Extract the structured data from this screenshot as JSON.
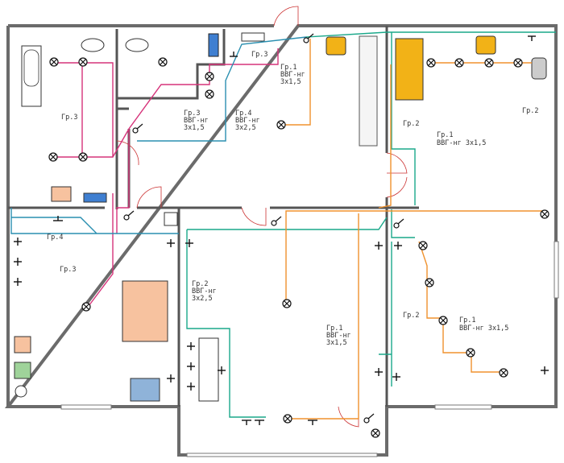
{
  "labels": {
    "gr3_bath": "Гр.3",
    "gr3_top": "Гр.3",
    "gr1_top_a": "Гр.1",
    "gr1_top_b": "ВВГ-нг",
    "gr1_top_c": "3х1,5",
    "gr3_mid_a": "Гр.3",
    "gr3_mid_b": "ВВГ-нг",
    "gr3_mid_c": "3х1,5",
    "gr4_mid_a": "Гр.4",
    "gr4_mid_b": "ВВГ-нг",
    "gr4_mid_c": "3х2,5",
    "gr2_center": "Гр.2",
    "gr1_right_a": "Гр.1",
    "gr1_right_b": "ВВГ-нг 3х1,5",
    "gr2_right": "Гр.2",
    "gr4_left": "Гр.4",
    "gr3_left": "Гр.3",
    "gr2_room_a": "Гр.2",
    "gr2_room_b": "ВВГ-нг",
    "gr2_room_c": "3х2,5",
    "gr1_low_a": "Гр.1",
    "gr1_low_b": "ВВГ-нг",
    "gr1_low_c": "3х1,5",
    "gr2_low": "Гр.2",
    "gr1_lowright_a": "Гр.1",
    "gr1_lowright_b": "ВВГ-нг 3х1,5"
  },
  "colors": {
    "group1": "#f0922e",
    "group2": "#1aa88a",
    "group3": "#d6337a",
    "group4": "#2a8fb0",
    "wall": "#555555",
    "bed": "#f2b217",
    "table": "#f7c29f",
    "appliance": "#8fb3d9"
  },
  "icons": {
    "lamp": "ceiling-lamp-icon",
    "switch": "switch-icon",
    "socket": "socket-icon",
    "door": "door-swing-icon"
  }
}
